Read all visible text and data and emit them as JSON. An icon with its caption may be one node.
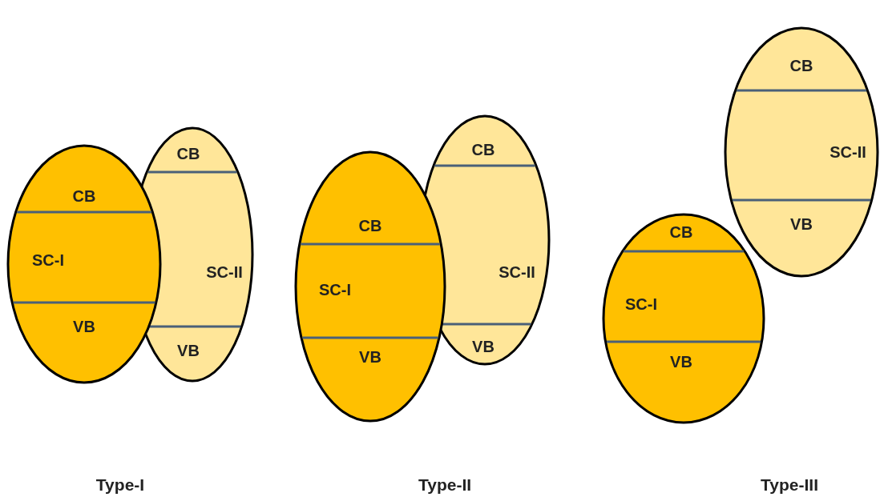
{
  "diagram": {
    "nodes": [
      {
        "text": [
          "CB",
          "SC-I",
          "VB"
        ]
      },
      {
        "text": [
          "CB",
          "SC-II",
          "VB"
        ]
      },
      {
        "text": [
          "CB",
          "SC-I",
          "VB"
        ]
      },
      {
        "text": [
          "CB",
          "SC-II",
          "VB"
        ]
      },
      {
        "text": [
          "CB",
          "SC-I",
          "VB"
        ]
      },
      {
        "text": [
          "CB",
          "SC-II",
          "VB"
        ]
      }
    ],
    "labels": [
      "Type-I",
      "Type-II",
      "Type-III"
    ]
  }
}
